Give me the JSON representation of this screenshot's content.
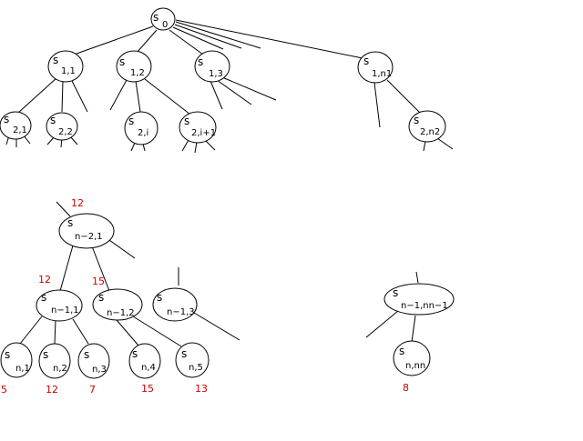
{
  "colors": {
    "line": "#000000",
    "background": "#ffffff",
    "value": "#cc0000"
  },
  "nodes": [
    {
      "id": "s0",
      "main": "s",
      "sub": "0"
    },
    {
      "id": "s11",
      "main": "s",
      "sub": "1,1"
    },
    {
      "id": "s12",
      "main": "s",
      "sub": "1,2"
    },
    {
      "id": "s13",
      "main": "s",
      "sub": "1,3"
    },
    {
      "id": "s1n1",
      "main": "s",
      "sub": "1,n1"
    },
    {
      "id": "s21",
      "main": "s",
      "sub": "2,1"
    },
    {
      "id": "s22",
      "main": "s",
      "sub": "2,2"
    },
    {
      "id": "s2i",
      "main": "s",
      "sub": "2,i"
    },
    {
      "id": "s2i1",
      "main": "s",
      "sub": "2,i+1"
    },
    {
      "id": "s2n2",
      "main": "s",
      "sub": "2,n2"
    },
    {
      "id": "sn21",
      "main": "s",
      "sub": "n−2,1"
    },
    {
      "id": "sn11",
      "main": "s",
      "sub": "n−1,1"
    },
    {
      "id": "sn12",
      "main": "s",
      "sub": "n−1,2"
    },
    {
      "id": "sn13",
      "main": "s",
      "sub": "n−1,3"
    },
    {
      "id": "sn1nm",
      "main": "s",
      "sub": "n−1,nn−1"
    },
    {
      "id": "sn1",
      "main": "s",
      "sub": "n,1"
    },
    {
      "id": "sn2",
      "main": "s",
      "sub": "n,2"
    },
    {
      "id": "sn3",
      "main": "s",
      "sub": "n,3"
    },
    {
      "id": "sn4",
      "main": "s",
      "sub": "n,4"
    },
    {
      "id": "sn5",
      "main": "s",
      "sub": "n,5"
    },
    {
      "id": "snnn",
      "main": "s",
      "sub": "n,nn"
    }
  ],
  "values": [
    {
      "id": "v-top-sn21",
      "text": "12"
    },
    {
      "id": "v-edge-sn11",
      "text": "12"
    },
    {
      "id": "v-edge-sn12",
      "text": "15"
    },
    {
      "id": "v-sn1",
      "text": "5"
    },
    {
      "id": "v-sn2",
      "text": "12"
    },
    {
      "id": "v-sn3",
      "text": "7"
    },
    {
      "id": "v-sn4",
      "text": "15"
    },
    {
      "id": "v-sn5",
      "text": "13"
    },
    {
      "id": "v-snnn",
      "text": "8"
    }
  ]
}
